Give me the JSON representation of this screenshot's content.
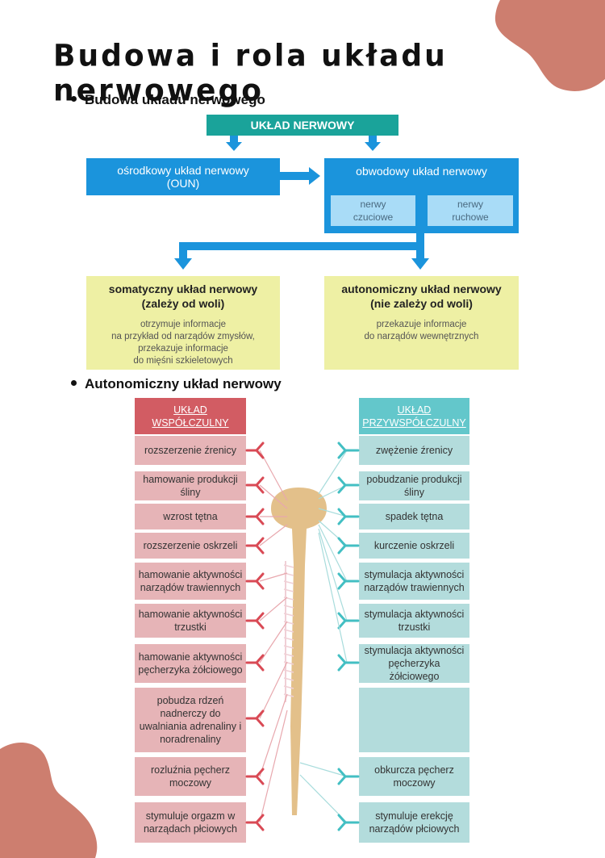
{
  "title": "Budowa i rola układu nerwowego",
  "section1": {
    "heading": "Budowa układu nerwowego"
  },
  "diagram": {
    "root": "UKŁAD NERWOWY",
    "central": {
      "line1": "ośrodkowy układ nerwowy",
      "line2": "(OUN)"
    },
    "peripheral": {
      "label": "obwodowy układ nerwowy"
    },
    "sensory": {
      "line1": "nerwy",
      "line2": "czuciowe"
    },
    "motor": {
      "line1": "nerwy",
      "line2": "ruchowe"
    },
    "somatic": {
      "title1": "somatyczny układ nerwowy",
      "title2": "(zależy od woli)",
      "desc": [
        "otrzymuje informacje",
        "na przykład od narządów zmysłów,",
        "przekazuje informacje",
        "do mięśni szkieletowych"
      ]
    },
    "autonomic": {
      "title1": "autonomiczny układ nerwowy",
      "title2": "(nie zależy od woli)",
      "desc": [
        "przekazuje informacje",
        "do narządów wewnętrznych"
      ]
    }
  },
  "section2": {
    "heading": "Autonomiczny układ nerwowy"
  },
  "autonomic_table": {
    "sympathetic_header": [
      "UKŁAD",
      "WSPÓŁCZULNY"
    ],
    "parasympathetic_header": [
      "UKŁAD",
      "PRZYWSPÓŁCZULNY"
    ],
    "sympathetic": [
      [
        "rozszerzenie źrenicy"
      ],
      [
        "hamowanie produkcji",
        "śliny"
      ],
      [
        "wzrost tętna"
      ],
      [
        "rozszerzenie oskrzeli"
      ],
      [
        "hamowanie aktywności",
        "narządów trawiennych"
      ],
      [
        "hamowanie aktywności",
        "trzustki"
      ],
      [
        "hamowanie aktywności",
        "pęcherzyka żółciowego"
      ],
      [
        "pobudza rdzeń",
        "nadnerczy do",
        "uwalniania adrenaliny i",
        "noradrenaliny"
      ],
      [
        "rozluźnia pęcherz",
        "moczowy"
      ],
      [
        "stymuluje orgazm w",
        "narządach płciowych"
      ]
    ],
    "parasympathetic": [
      [
        "zwężenie źrenicy"
      ],
      [
        "pobudzanie produkcji",
        "śliny"
      ],
      [
        "spadek tętna"
      ],
      [
        "kurczenie oskrzeli"
      ],
      [
        "stymulacja aktywności",
        "narządów trawiennych"
      ],
      [
        "stymulacja aktywności",
        "trzustki"
      ],
      [
        "stymulacja aktywności",
        "pęcherzyka żółciowego"
      ],
      [],
      [
        "obkurcza pęcherz",
        "moczowy"
      ],
      [
        "stymuluje erekcję",
        "narządów płciowych"
      ]
    ]
  },
  "colors": {
    "teal": "#1aa39a",
    "blue": "#1b94dc",
    "light_blue": "#a9dcf7",
    "yellow": "#eef0a4",
    "sympathetic_header": "#d25c63",
    "sympathetic_box": "#e6b4b7",
    "parasympathetic_header": "#63c7cb",
    "parasympathetic_box": "#b3dcdc",
    "spine": "#e3c08a",
    "decor_blob": "#cd7e6f"
  }
}
